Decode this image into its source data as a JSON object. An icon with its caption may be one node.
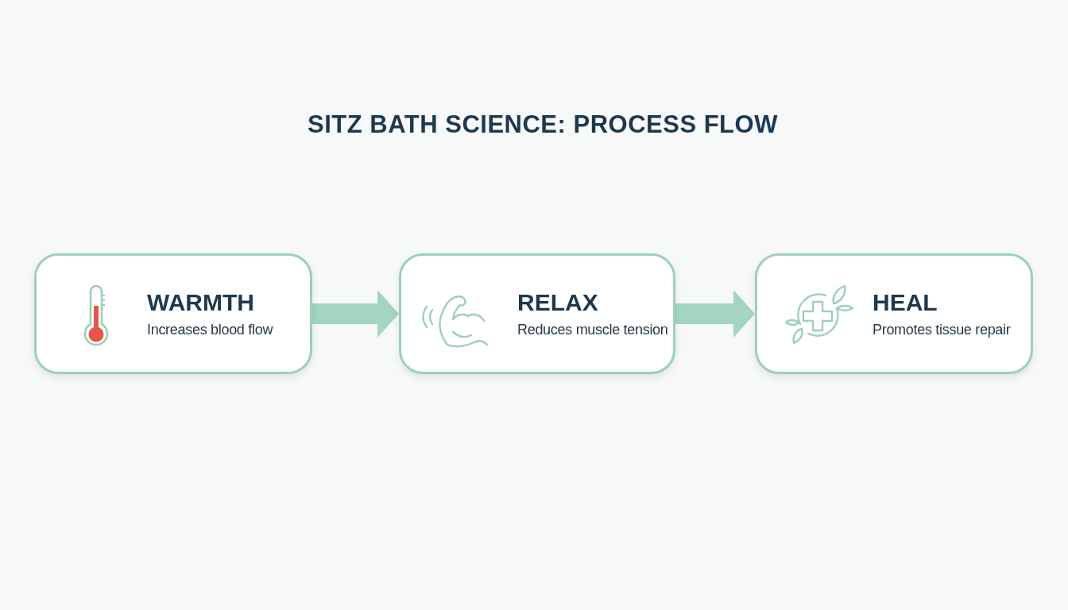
{
  "diagram": {
    "title": "SITZ BATH SCIENCE: PROCESS FLOW",
    "nodes": [
      {
        "text": [
          "WARMTH",
          "Increases blood flow"
        ]
      },
      {
        "text": [
          "RELAX",
          "Reduces muscle tension"
        ]
      },
      {
        "text": [
          "HEAL",
          "Promotes tissue repair"
        ]
      }
    ],
    "edges": [
      {
        "from": 0,
        "to": 1,
        "arrow": "to"
      },
      {
        "from": 1,
        "to": 2,
        "arrow": "to"
      }
    ]
  }
}
